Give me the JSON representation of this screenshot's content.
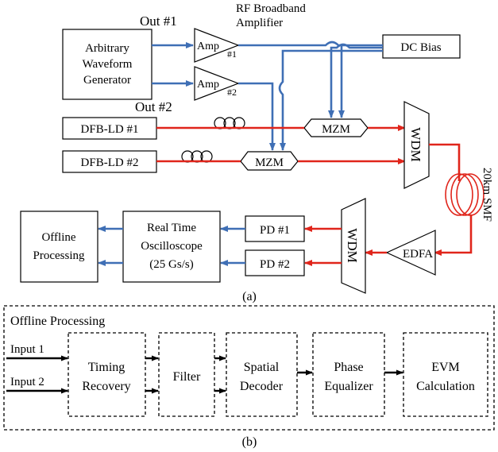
{
  "part_a": {
    "caption": "(a)",
    "awg": [
      "Arbitrary",
      "Waveform",
      "Generator"
    ],
    "out1": "Out #1",
    "out2": "Out #2",
    "rf_amp": [
      "RF Broadband",
      "Amplifier"
    ],
    "amp_label": "Amp",
    "amp1_num": "#1",
    "amp2_num": "#2",
    "dc_bias": "DC Bias",
    "dfb1": "DFB-LD #1",
    "dfb2": "DFB-LD #2",
    "mzm": "MZM",
    "wdm": "WDM",
    "smf": "20km SMF",
    "edfa": "EDFA",
    "pd1": "PD #1",
    "pd2": "PD #2",
    "scope": [
      "Real Time",
      "Oscilloscope",
      "(25 Gs/s)"
    ],
    "offline": [
      "Offline",
      "Processing"
    ]
  },
  "part_b": {
    "caption": "(b)",
    "title": "Offline Processing",
    "input1": "Input 1",
    "input2": "Input 2",
    "blocks": [
      [
        "Timing",
        "Recovery"
      ],
      [
        "Filter"
      ],
      [
        "Spatial",
        "Decoder"
      ],
      [
        "Phase",
        "Equalizer"
      ],
      [
        "EVM",
        "Calculation"
      ]
    ]
  },
  "colors": {
    "electrical": "#3f6fb5",
    "optical": "#e0251b",
    "digital": "#000000"
  }
}
